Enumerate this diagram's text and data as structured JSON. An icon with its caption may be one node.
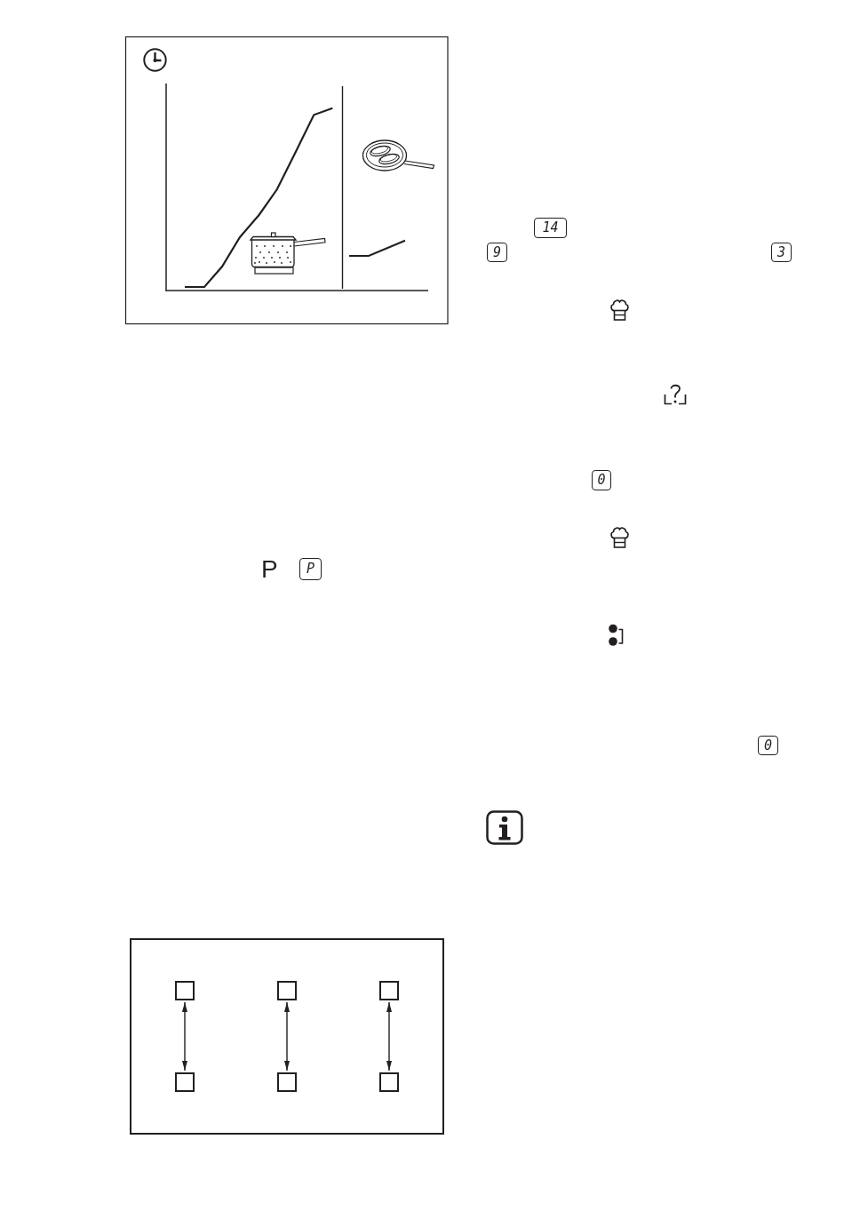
{
  "diagram": {
    "nodes": [
      {
        "text": [],
        "shape": "box"
      },
      {
        "text": [],
        "shape": "box",
        "in": 0
      },
      {
        "text": [],
        "shape": "box",
        "in": 0
      },
      {
        "text": [],
        "shape": "box",
        "in": 0
      },
      {
        "text": [],
        "shape": "box",
        "in": 0
      },
      {
        "text": [],
        "shape": "box",
        "in": 0
      },
      {
        "text": [],
        "shape": "box",
        "in": 0
      }
    ],
    "edges": [
      {
        "from": 1,
        "to": 4,
        "arrow": "both"
      },
      {
        "from": 2,
        "to": 5,
        "arrow": "both"
      },
      {
        "from": 3,
        "to": 6,
        "arrow": "both"
      }
    ],
    "labels": [
      "P",
      "P",
      "14",
      "9",
      "3",
      "0",
      "0"
    ]
  }
}
